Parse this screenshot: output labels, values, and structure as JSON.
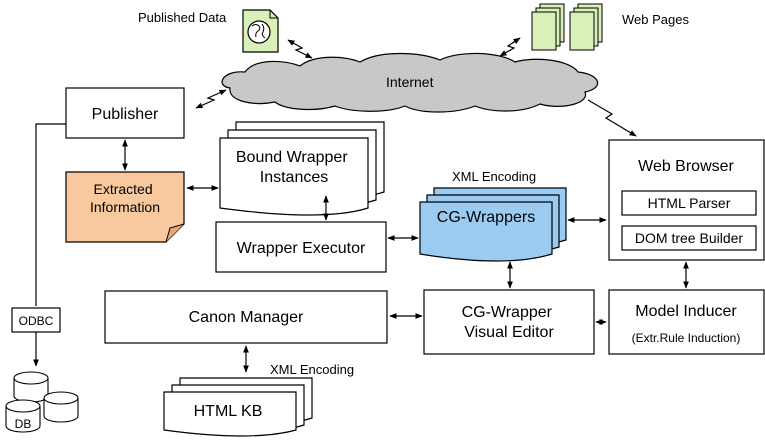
{
  "diagram": {
    "published_data": "Published Data",
    "web_pages": "Web Pages",
    "internet": "Internet",
    "publisher": "Publisher",
    "extracted_information": [
      "Extracted",
      "Information"
    ],
    "bound_wrapper_instances": [
      "Bound Wrapper",
      "Instances"
    ],
    "xml_encoding_top": "XML Encoding",
    "cg_wrappers": "CG-Wrappers",
    "wrapper_executor": "Wrapper Executor",
    "web_browser": "Web Browser",
    "html_parser": "HTML Parser",
    "dom_tree_builder": "DOM tree Builder",
    "canon_manager": "Canon Manager",
    "cg_wrapper_visual_editor": [
      "CG-Wrapper",
      "Visual Editor"
    ],
    "model_inducer": "Model Inducer",
    "extr_rule_induction": "(Extr.Rule Induction)",
    "odbc": "ODBC",
    "db": "DB",
    "xml_encoding_bottom": "XML Encoding",
    "html_kb": "HTML KB"
  },
  "colors": {
    "cloud": "#c8c8c8",
    "web_pages_fill": "#d9f0b8",
    "globe_doc_fill": "#d9f0b8",
    "extracted_fill": "#f8c99e",
    "cg_wrappers_fill": "#9ccbf2",
    "stroke": "#000000"
  },
  "icons": {
    "published_data": "globe-document-icon",
    "web_pages": "stacked-pages-icon",
    "db": "database-cylinders-icon"
  }
}
